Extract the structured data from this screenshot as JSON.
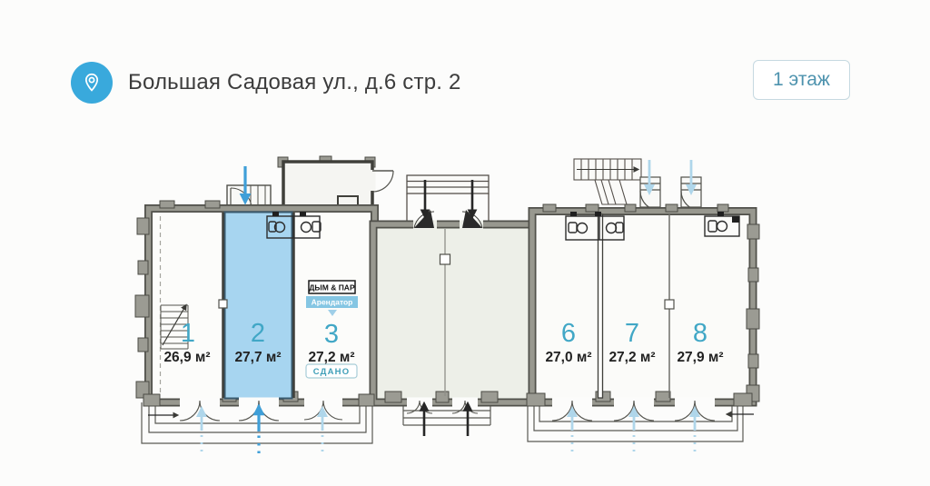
{
  "header": {
    "address": "Большая Садовая ул., д.6 стр. 2",
    "floor_badge": "1 этаж"
  },
  "plan": {
    "units": [
      {
        "number": "1",
        "area": "26,9 м²",
        "highlighted": false
      },
      {
        "number": "2",
        "area": "27,7 м²",
        "highlighted": true
      },
      {
        "number": "3",
        "area": "27,2 м²",
        "highlighted": false,
        "status_badge": "СДАНО",
        "tenant_sign": "ДЫМ & ПАР",
        "tenant_label": "Арендатор"
      },
      {
        "number": "6",
        "area": "27,0 м²",
        "highlighted": false
      },
      {
        "number": "7",
        "area": "27,2 м²",
        "highlighted": false
      },
      {
        "number": "8",
        "area": "27,9 м²",
        "highlighted": false
      }
    ],
    "colors": {
      "accent_teal": "#41a7c6",
      "highlight_fill": "#a7d5f0",
      "highlight_border": "#3a5a6e",
      "arrow_blue": "#3f9fd8",
      "arrow_light_blue": "#afd6ea",
      "arrow_black": "#262626",
      "wall_gray": "#98988f",
      "pin_blue": "#39a9dc",
      "badge_text": "#4e93ae",
      "status_teal": "#3f9fb8"
    }
  }
}
